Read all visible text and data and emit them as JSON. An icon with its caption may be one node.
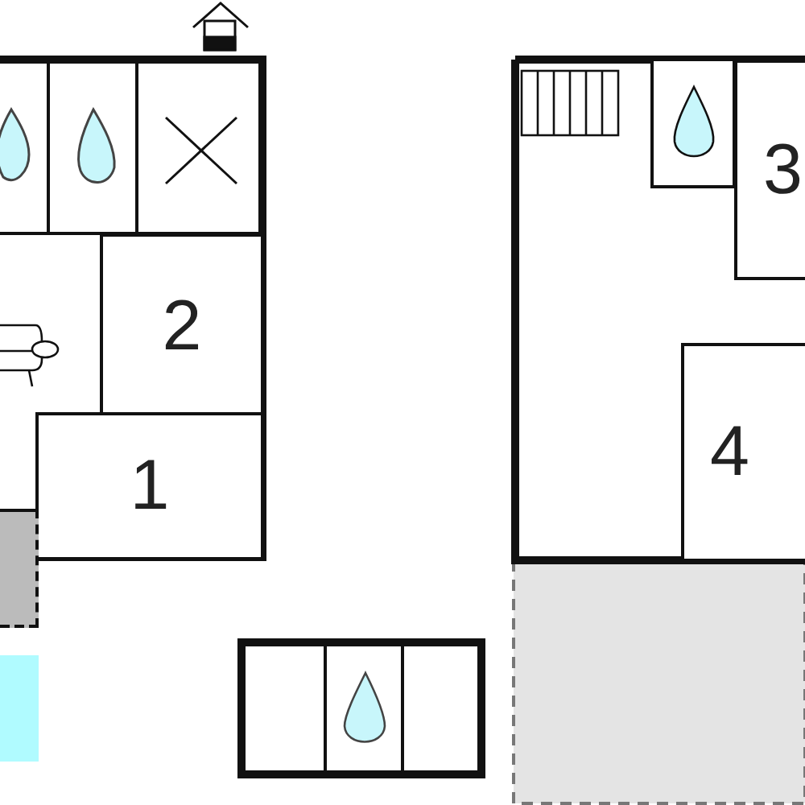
{
  "diagram": {
    "nodes": [
      {
        "text": [
          "2"
        ]
      },
      {
        "text": [
          "1"
        ]
      },
      {
        "text": [
          "3"
        ]
      },
      {
        "text": [
          "4"
        ]
      },
      {
        "text": [],
        "shape": "box"
      }
    ]
  }
}
